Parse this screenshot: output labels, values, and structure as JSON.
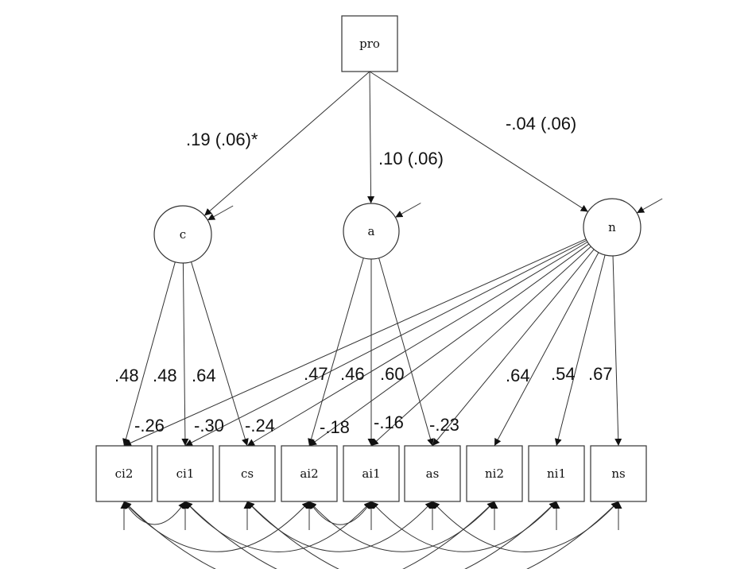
{
  "diagram": {
    "type": "structural-equation-path-diagram",
    "observed_predictor": {
      "id": "pro",
      "label": "pro"
    },
    "latent_factors": [
      {
        "id": "c",
        "label": "c"
      },
      {
        "id": "a",
        "label": "a"
      },
      {
        "id": "n",
        "label": "n"
      }
    ],
    "indicators": [
      {
        "id": "ci2",
        "label": "ci2"
      },
      {
        "id": "ci1",
        "label": "ci1"
      },
      {
        "id": "cs",
        "label": "cs"
      },
      {
        "id": "ai2",
        "label": "ai2"
      },
      {
        "id": "ai1",
        "label": "ai1"
      },
      {
        "id": "as",
        "label": "as"
      },
      {
        "id": "ni2",
        "label": "ni2"
      },
      {
        "id": "ni1",
        "label": "ni1"
      },
      {
        "id": "ns",
        "label": "ns"
      }
    ],
    "structural_paths": [
      {
        "from": "pro",
        "to": "c",
        "label": ".19 (.06)*"
      },
      {
        "from": "pro",
        "to": "a",
        "label": ".10 (.06)"
      },
      {
        "from": "pro",
        "to": "n",
        "label": "-.04 (.06)"
      }
    ],
    "loadings": [
      {
        "from": "c",
        "to": "ci2",
        "label": ".48"
      },
      {
        "from": "c",
        "to": "ci1",
        "label": ".48"
      },
      {
        "from": "c",
        "to": "cs",
        "label": ".64"
      },
      {
        "from": "a",
        "to": "ai2",
        "label": ".47"
      },
      {
        "from": "a",
        "to": "ai1",
        "label": ".46"
      },
      {
        "from": "a",
        "to": "as",
        "label": ".60"
      },
      {
        "from": "n",
        "to": "ni2",
        "label": ".64"
      },
      {
        "from": "n",
        "to": "ni1",
        "label": ".54"
      },
      {
        "from": "n",
        "to": "ns",
        "label": ".67"
      },
      {
        "from": "n",
        "to": "ci2",
        "label": "-.26"
      },
      {
        "from": "n",
        "to": "ci1",
        "label": "-.30"
      },
      {
        "from": "n",
        "to": "cs",
        "label": "-.24"
      },
      {
        "from": "n",
        "to": "ai2",
        "label": "-.18"
      },
      {
        "from": "n",
        "to": "ai1",
        "label": "-.16"
      },
      {
        "from": "n",
        "to": "as",
        "label": "-.23"
      }
    ],
    "disturbances_on": [
      "c",
      "a",
      "n"
    ],
    "residuals_on": [
      "ci2",
      "ci1",
      "cs",
      "ai2",
      "ai1",
      "as",
      "ni2",
      "ni1",
      "ns"
    ],
    "residual_covariances": [
      [
        "ci2",
        "ci1"
      ],
      [
        "ci2",
        "ai2"
      ],
      [
        "ci2",
        "ni2"
      ],
      [
        "ci1",
        "ai1"
      ],
      [
        "ci1",
        "ni1"
      ],
      [
        "cs",
        "as"
      ],
      [
        "cs",
        "ns"
      ],
      [
        "ai2",
        "ai1"
      ],
      [
        "ai2",
        "ni2"
      ],
      [
        "ai1",
        "ni1"
      ],
      [
        "as",
        "ns"
      ]
    ]
  }
}
